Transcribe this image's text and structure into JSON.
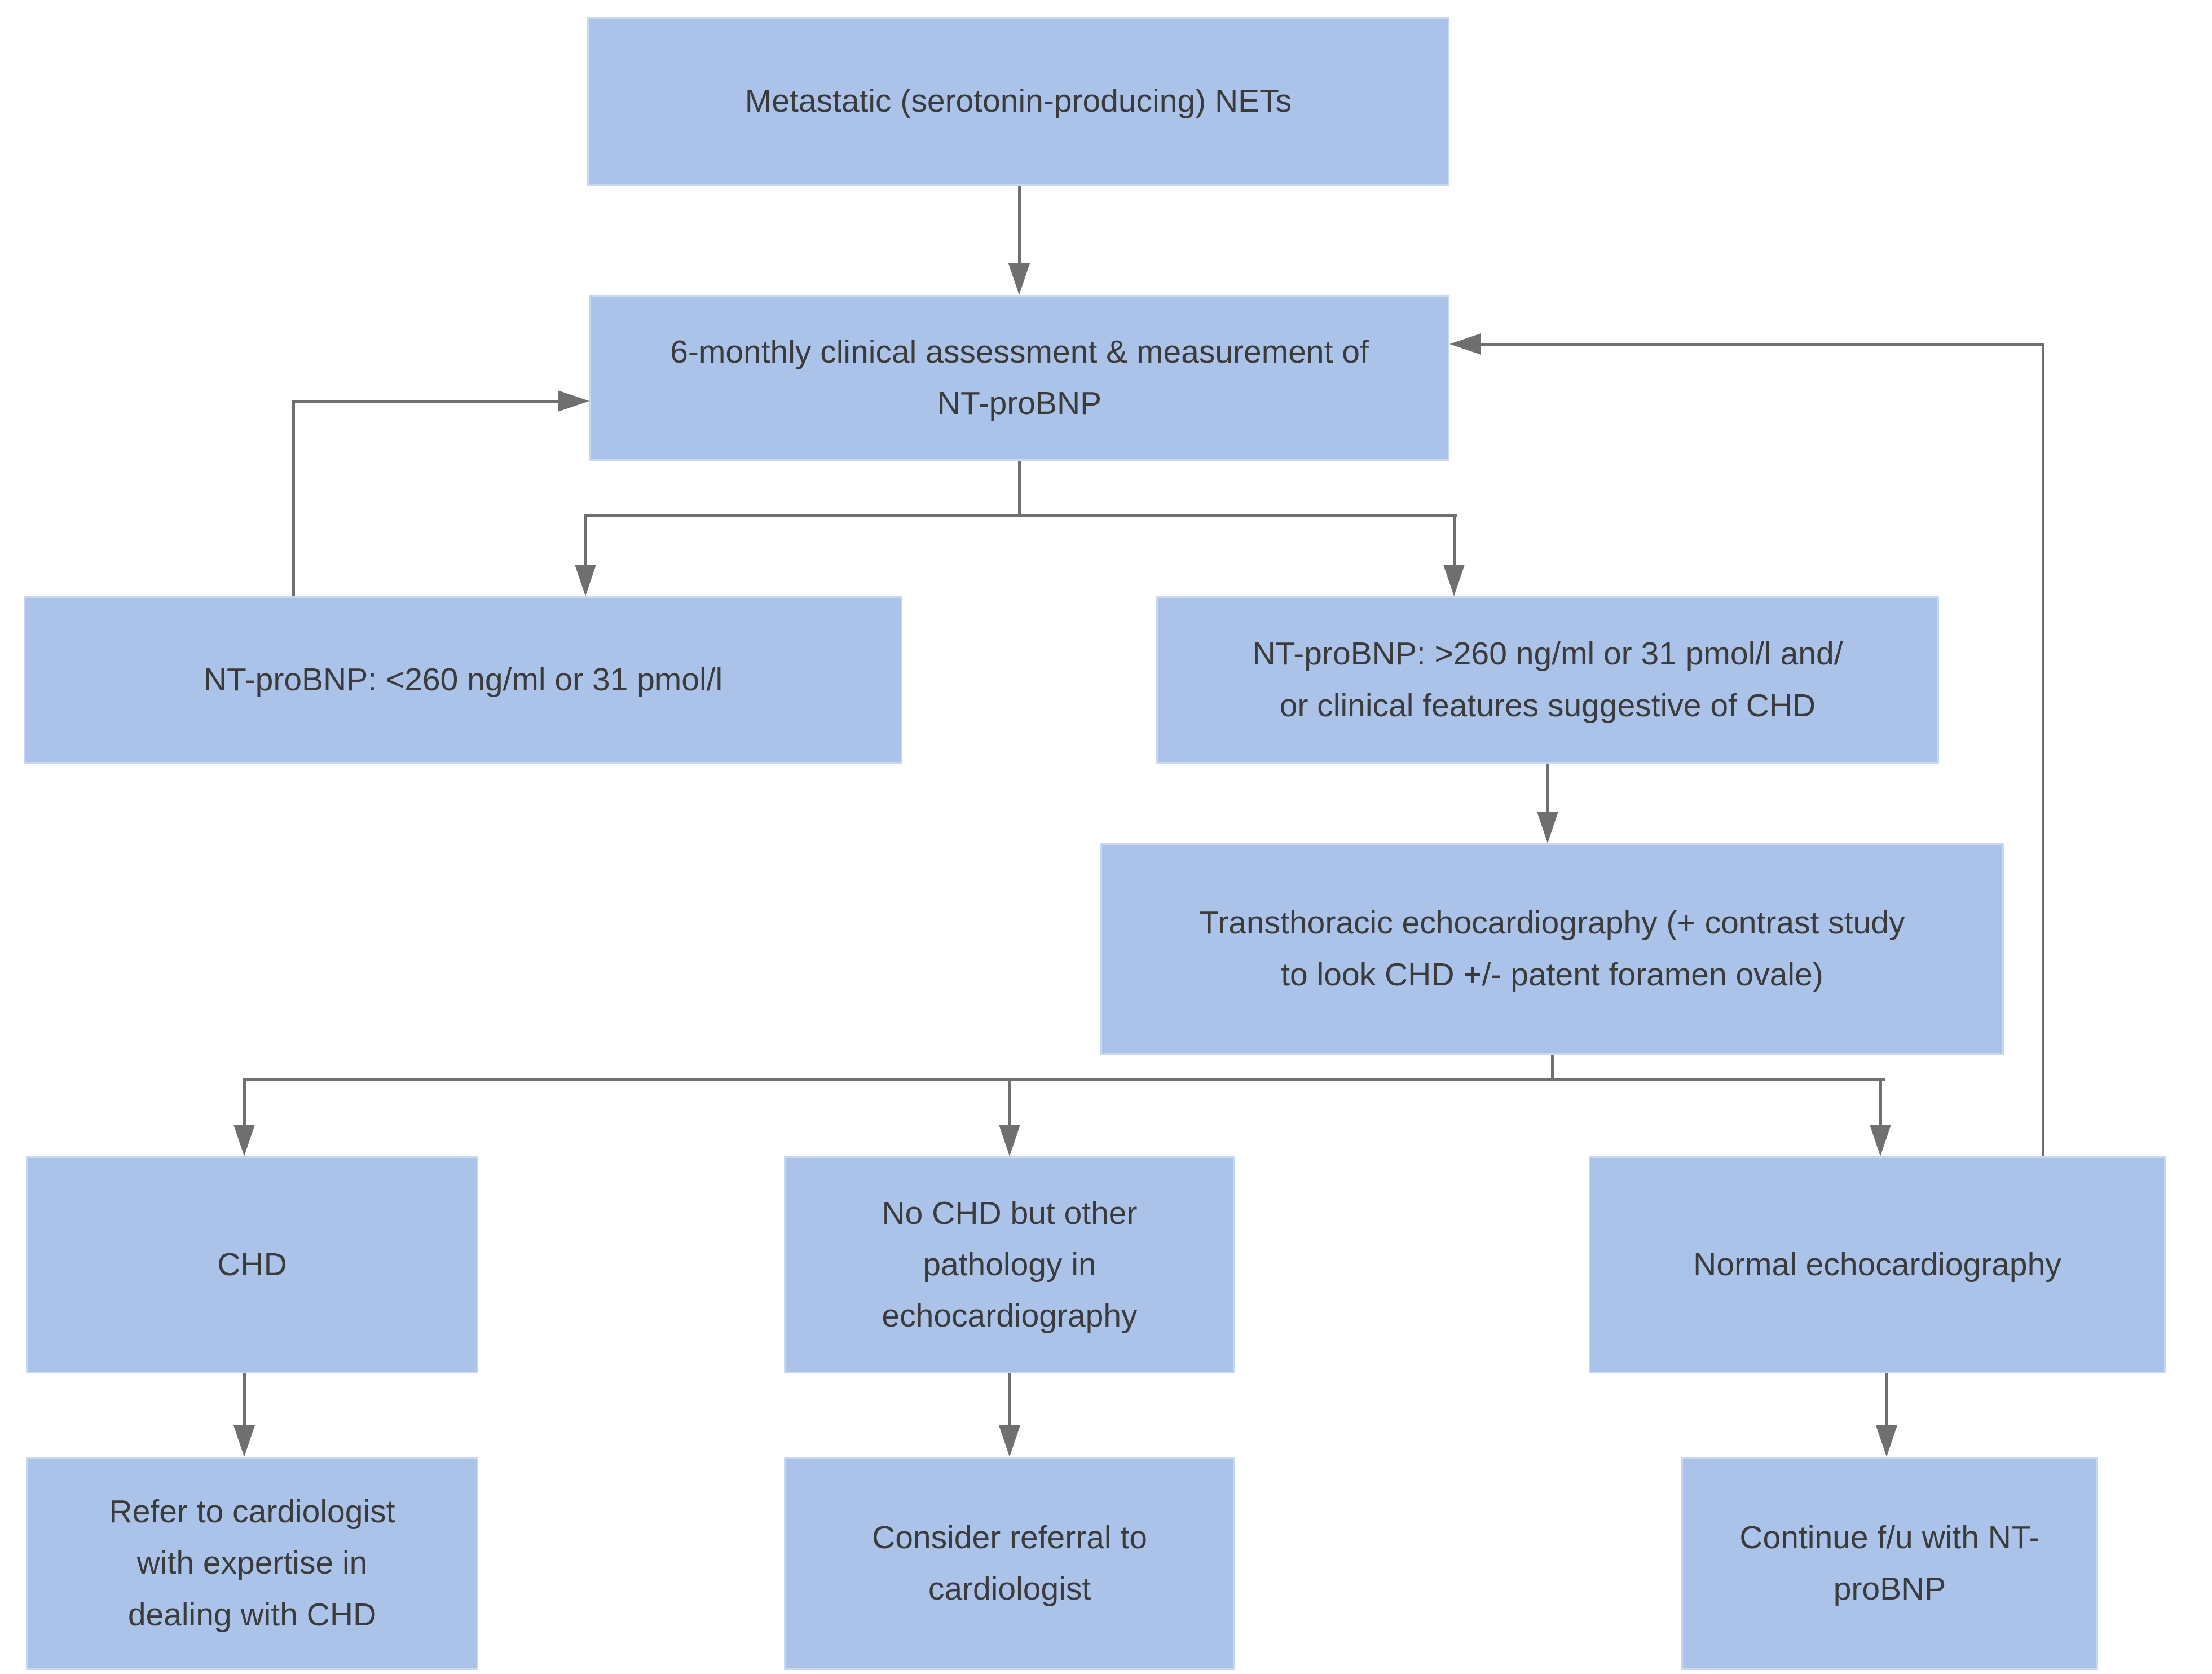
{
  "diagram": {
    "type": "flowchart",
    "colors": {
      "background": "#ffffff",
      "node_fill": "#abc3e8",
      "node_border": "#c9d8f1",
      "arrow": "#6f6f6f",
      "text": "#3b3b3b"
    },
    "nodes": [
      {
        "id": "metastatic-nets",
        "label": "Metastatic (serotonin-producing) NETs"
      },
      {
        "id": "assessment",
        "label": "6-monthly clinical assessment & measurement of\nNT-proBNP"
      },
      {
        "id": "ntprobnp-low",
        "label": "NT-proBNP: <260 ng/ml or 31 pmol/l"
      },
      {
        "id": "ntprobnp-high",
        "label": "NT-proBNP: >260 ng/ml or 31 pmol/l and/\nor clinical features suggestive of CHD"
      },
      {
        "id": "tte",
        "label": "Transthoracic echocardiography (+ contrast study\nto look CHD +/- patent foramen ovale)"
      },
      {
        "id": "chd",
        "label": "CHD"
      },
      {
        "id": "no-chd-other-pathology",
        "label": "No CHD but other\npathology in\nechocardiography"
      },
      {
        "id": "normal-echo",
        "label": "Normal echocardiography"
      },
      {
        "id": "refer-cardiologist",
        "label": "Refer to cardiologist\nwith expertise in\ndealing with CHD"
      },
      {
        "id": "consider-referral",
        "label": "Consider referral to\ncardiologist"
      },
      {
        "id": "continue-fu",
        "label": "Continue f/u with NT-\nproBNP"
      }
    ],
    "edges": [
      {
        "from": "metastatic-nets",
        "to": "assessment"
      },
      {
        "from": "assessment",
        "to": "ntprobnp-low"
      },
      {
        "from": "assessment",
        "to": "ntprobnp-high"
      },
      {
        "from": "ntprobnp-low",
        "to": "assessment",
        "kind": "feedback"
      },
      {
        "from": "ntprobnp-high",
        "to": "tte"
      },
      {
        "from": "tte",
        "to": "chd"
      },
      {
        "from": "tte",
        "to": "no-chd-other-pathology"
      },
      {
        "from": "tte",
        "to": "normal-echo"
      },
      {
        "from": "chd",
        "to": "refer-cardiologist"
      },
      {
        "from": "no-chd-other-pathology",
        "to": "consider-referral"
      },
      {
        "from": "normal-echo",
        "to": "continue-fu"
      },
      {
        "from": "normal-echo",
        "to": "assessment",
        "kind": "feedback"
      }
    ]
  }
}
